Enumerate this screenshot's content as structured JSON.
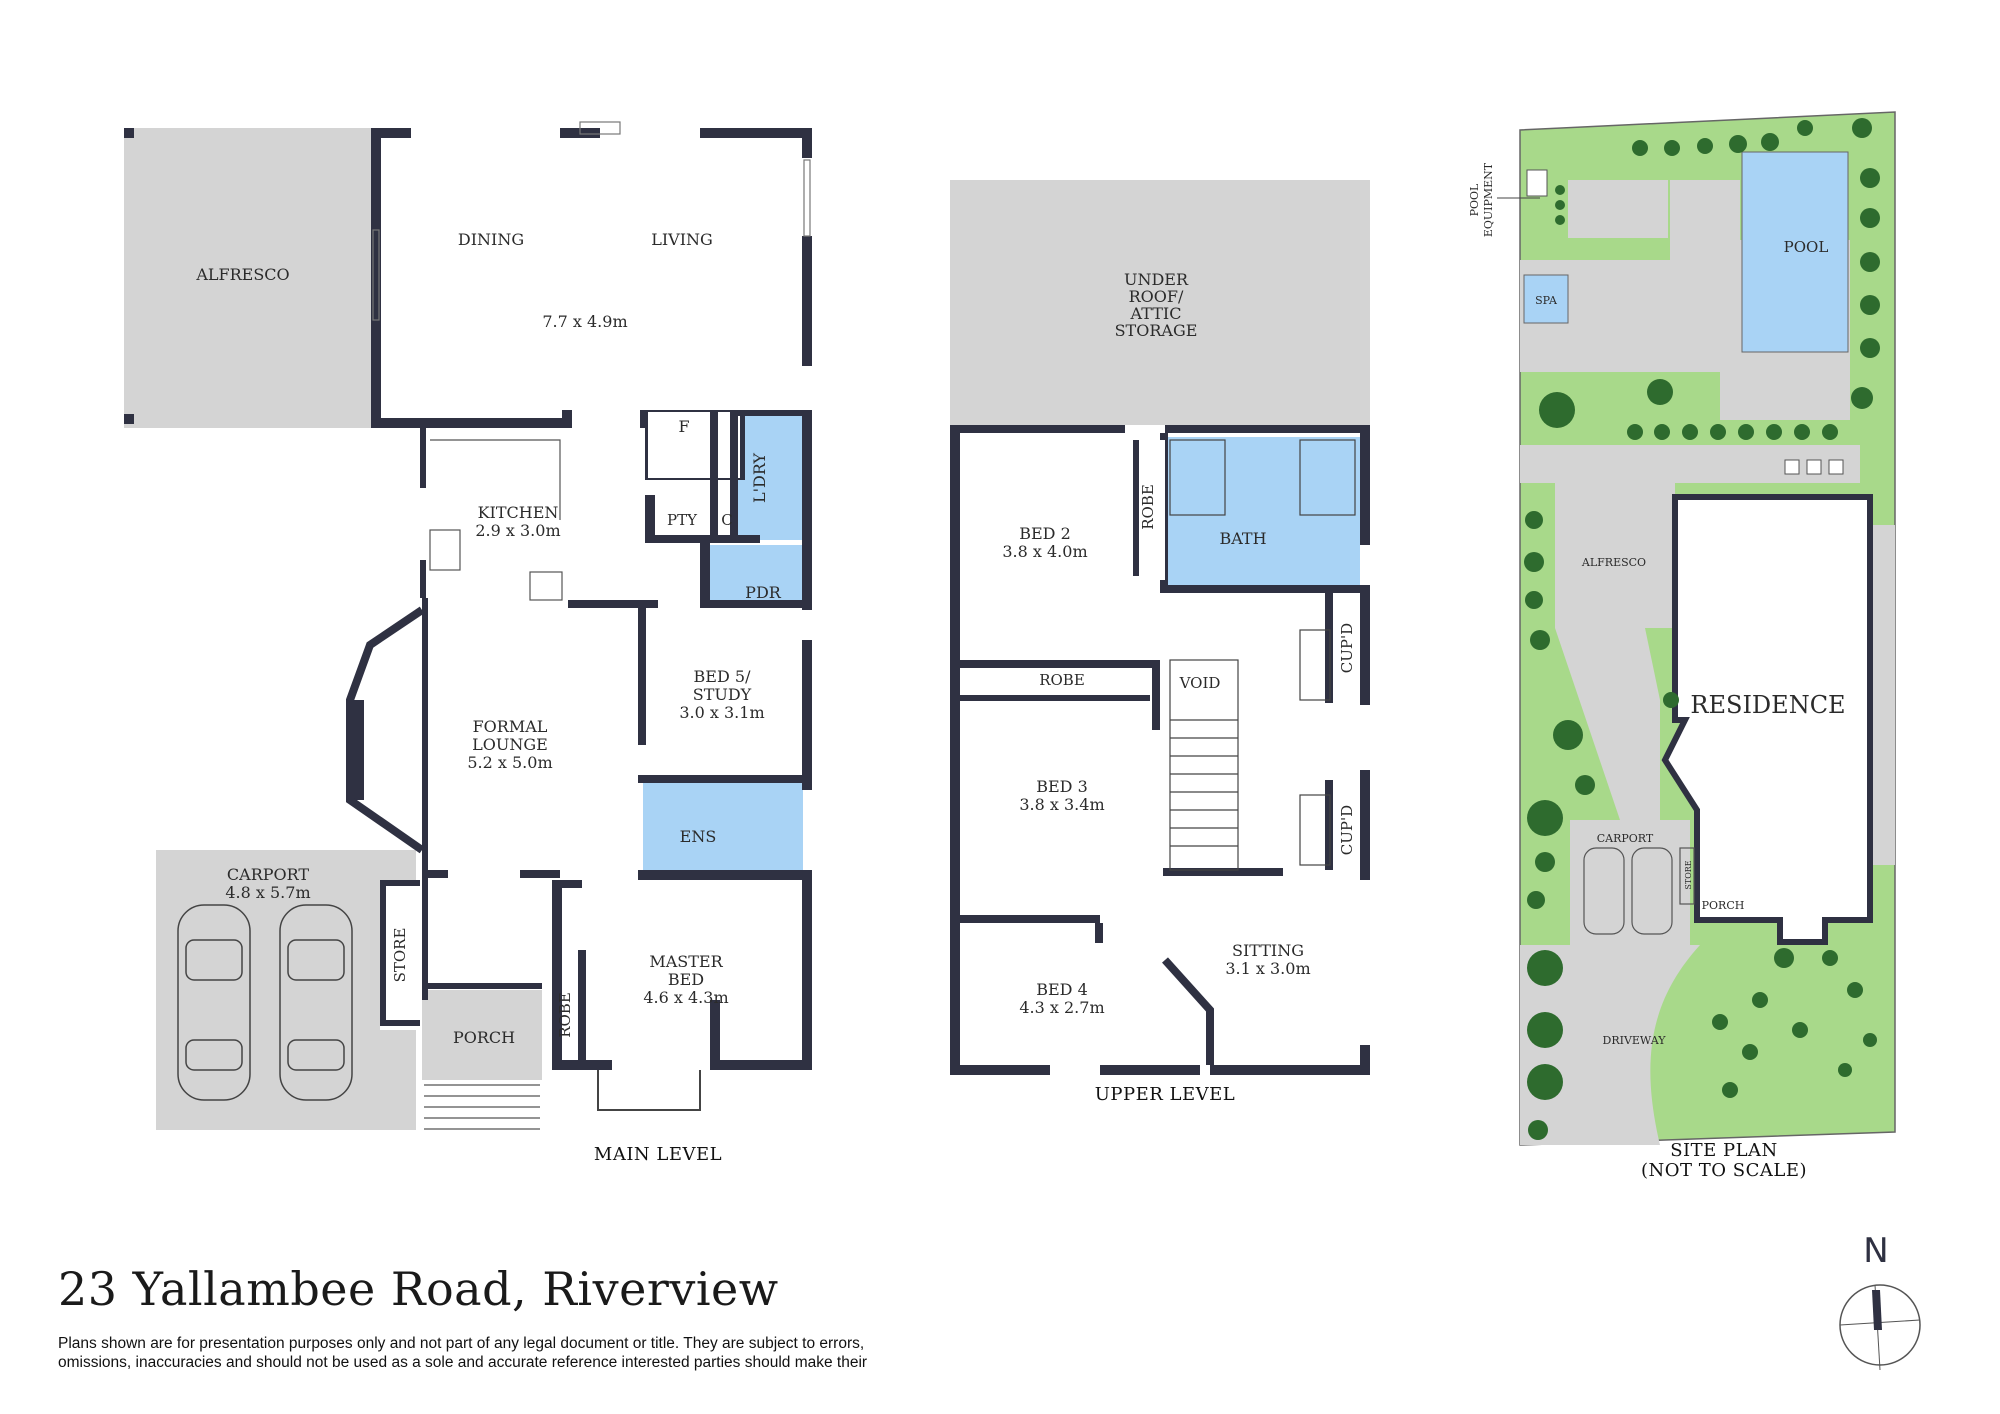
{
  "address": "23 Yallambee Road, Riverview",
  "disclaimer": "Plans shown are for presentation purposes only and not part of any legal document or title. They are subject to errors, omissions, inaccuracies and should not be used as a sole and accurate reference interested parties should make their",
  "colors": {
    "wall": "#2f3142",
    "wet_area": "#a9d3f5",
    "outdoor": "#d4d4d4",
    "lawn": "#a8d98a",
    "pool": "#a9d3f5",
    "tree": "#2e6b2e"
  },
  "main_level": {
    "caption": "MAIN LEVEL",
    "alfresco": "ALFRESCO",
    "dining": "DINING",
    "living": "LIVING",
    "dining_living_size": "7.7 x 4.9m",
    "kitchen": "KITCHEN",
    "kitchen_size": "2.9 x 3.0m",
    "fridge": "F",
    "pantry": "PTY",
    "cupboard": "C",
    "laundry": "L'DRY",
    "powder": "PDR",
    "formal_lounge_1": "FORMAL",
    "formal_lounge_2": "LOUNGE",
    "formal_lounge_size": "5.2 x 5.0m",
    "bed5_1": "BED 5/",
    "bed5_2": "STUDY",
    "bed5_size": "3.0 x 3.1m",
    "ensuite": "ENS",
    "carport": "CARPORT",
    "carport_size": "4.8 x 5.7m",
    "store": "STORE",
    "porch": "PORCH",
    "robe": "ROBE",
    "master_1": "MASTER",
    "master_2": "BED",
    "master_size": "4.6 x 4.3m"
  },
  "upper_level": {
    "caption": "UPPER LEVEL",
    "attic_1": "UNDER",
    "attic_2": "ROOF/",
    "attic_3": "ATTIC",
    "attic_4": "STORAGE",
    "bed2": "BED 2",
    "bed2_size": "3.8 x 4.0m",
    "robe_vertical": "ROBE",
    "bath": "BATH",
    "robe": "ROBE",
    "void": "VOID",
    "cupd_1": "CUP'D",
    "cupd_2": "CUP'D",
    "bed3": "BED 3",
    "bed3_size": "3.8 x 3.4m",
    "bed4": "BED 4",
    "bed4_size": "4.3 x 2.7m",
    "sitting": "SITTING",
    "sitting_size": "3.1 x 3.0m"
  },
  "site_plan": {
    "caption_1": "SITE PLAN",
    "caption_2": "(NOT TO SCALE)",
    "pool_equipment_1": "POOL",
    "pool_equipment_2": "EQUIPMENT",
    "pool": "POOL",
    "spa": "SPA",
    "alfresco": "ALFRESCO",
    "residence": "RESIDENCE",
    "carport": "CARPORT",
    "store": "STORE",
    "porch": "PORCH",
    "driveway": "DRIVEWAY"
  },
  "compass": {
    "label": "N"
  }
}
